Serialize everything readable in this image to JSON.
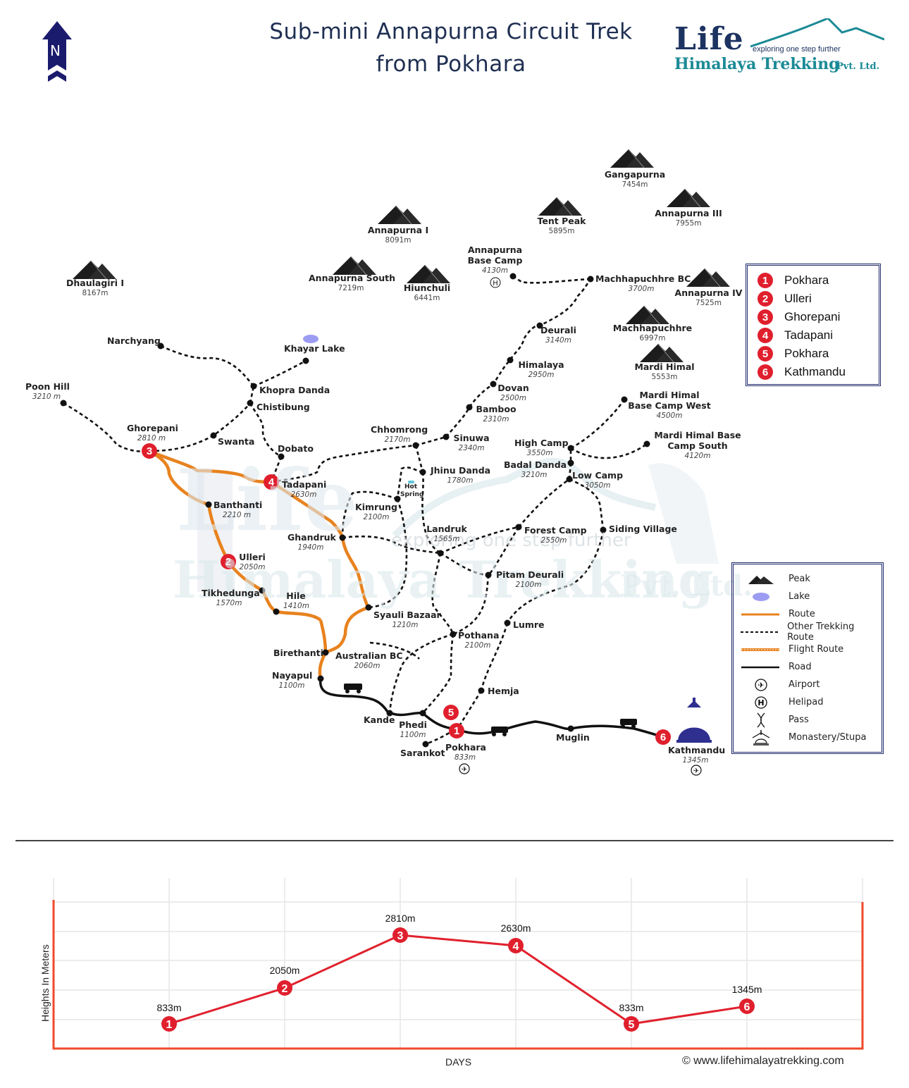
{
  "header": {
    "title_line1": "Sub-mini Annapurna Circuit Trek",
    "title_line2": "from Pokhara",
    "north_label": "N",
    "brand": {
      "word": "Life",
      "tagline": "exploring one step further",
      "company": "Himalaya Trekking",
      "suffix": "Pvt. Ltd."
    }
  },
  "colors": {
    "route": "#e8821e",
    "marker": "#e01f2d",
    "navy": "#1f2a6b",
    "lake": "#9b9cf2",
    "road": "#111111",
    "profile_line": "#e0212d",
    "profile_axis": "#f04a2a"
  },
  "peaks": [
    {
      "name": "Gangapurna",
      "alt": "7454m"
    },
    {
      "name": "Annapurna III",
      "alt": "7955m"
    },
    {
      "name": "Tent Peak",
      "alt": "5895m"
    },
    {
      "name": "Annapurna I",
      "alt": "8091m"
    },
    {
      "name": "Annapurna South",
      "alt": "7219m"
    },
    {
      "name": "Hiunchuli",
      "alt": "6441m"
    },
    {
      "name": "Dhaulagiri I",
      "alt": "8167m"
    },
    {
      "name": "Annapurna IV",
      "alt": "7525m"
    },
    {
      "name": "Machhapuchhre",
      "alt": "6997m"
    },
    {
      "name": "Mardi Himal",
      "alt": "5553m"
    }
  ],
  "places": [
    {
      "name": "Annapurna Base Camp",
      "alt": "4130m"
    },
    {
      "name": "Machhapuchhre BC",
      "alt": "3700m"
    },
    {
      "name": "Deurali",
      "alt": "3140m"
    },
    {
      "name": "Himalaya",
      "alt": "2950m"
    },
    {
      "name": "Dovan",
      "alt": "2500m"
    },
    {
      "name": "Bamboo",
      "alt": "2310m"
    },
    {
      "name": "Sinuwa",
      "alt": "2340m"
    },
    {
      "name": "Chhomrong",
      "alt": "2170m"
    },
    {
      "name": "Jhinu Danda",
      "alt": "1780m"
    },
    {
      "name": "Hot Spring",
      "alt": ""
    },
    {
      "name": "Kimrung",
      "alt": "2100m"
    },
    {
      "name": "Landruk",
      "alt": "1565m"
    },
    {
      "name": "Forest Camp",
      "alt": "2550m"
    },
    {
      "name": "Siding Village",
      "alt": ""
    },
    {
      "name": "Pitam Deurali",
      "alt": "2100m"
    },
    {
      "name": "High Camp",
      "alt": "3550m"
    },
    {
      "name": "Badal Danda",
      "alt": "3210m"
    },
    {
      "name": "Low Camp",
      "alt": "3050m"
    },
    {
      "name": "Mardi Himal Base Camp West",
      "alt": "4500m"
    },
    {
      "name": "Mardi Himal Base Camp South",
      "alt": "4120m"
    },
    {
      "name": "Narchyang",
      "alt": ""
    },
    {
      "name": "Khayar Lake",
      "alt": ""
    },
    {
      "name": "Khopra Danda",
      "alt": ""
    },
    {
      "name": "Chistibung",
      "alt": ""
    },
    {
      "name": "Poon Hill",
      "alt": "3210 m"
    },
    {
      "name": "Ghorepani",
      "alt": "2810 m"
    },
    {
      "name": "Swanta",
      "alt": ""
    },
    {
      "name": "Dobato",
      "alt": ""
    },
    {
      "name": "Tadapani",
      "alt": "2630m"
    },
    {
      "name": "Banthanti",
      "alt": "2210 m"
    },
    {
      "name": "Ghandruk",
      "alt": "1940m"
    },
    {
      "name": "Ulleri",
      "alt": "2050m"
    },
    {
      "name": "Tikhedunga",
      "alt": "1570m"
    },
    {
      "name": "Hile",
      "alt": "1410m"
    },
    {
      "name": "Syauli Bazaar",
      "alt": "1210m"
    },
    {
      "name": "Birethanti",
      "alt": ""
    },
    {
      "name": "Australian BC",
      "alt": "2060m"
    },
    {
      "name": "Nayapul",
      "alt": "1100m"
    },
    {
      "name": "Pothana",
      "alt": "2100m"
    },
    {
      "name": "Lumre",
      "alt": ""
    },
    {
      "name": "Hemja",
      "alt": ""
    },
    {
      "name": "Kande",
      "alt": ""
    },
    {
      "name": "Phedi",
      "alt": "1100m"
    },
    {
      "name": "Sarankot",
      "alt": ""
    },
    {
      "name": "Pokhara",
      "alt": "833m"
    },
    {
      "name": "Muglin",
      "alt": ""
    },
    {
      "name": "Kathmandu",
      "alt": "1345m"
    }
  ],
  "itinerary_legend": [
    {
      "num": "1",
      "label": "Pokhara"
    },
    {
      "num": "2",
      "label": "Ulleri"
    },
    {
      "num": "3",
      "label": "Ghorepani"
    },
    {
      "num": "4",
      "label": "Tadapani"
    },
    {
      "num": "5",
      "label": "Pokhara"
    },
    {
      "num": "6",
      "label": "Kathmandu"
    }
  ],
  "symbol_legend": [
    {
      "icon": "peak-icon",
      "label": "Peak"
    },
    {
      "icon": "lake-icon",
      "label": "Lake"
    },
    {
      "icon": "route-line-icon",
      "label": "Route"
    },
    {
      "icon": "dashed-line-icon",
      "label": "Other Trekking Route"
    },
    {
      "icon": "flight-route-icon",
      "label": "Flight Route"
    },
    {
      "icon": "road-line-icon",
      "label": "Road"
    },
    {
      "icon": "airport-icon",
      "label": "Airport"
    },
    {
      "icon": "helipad-icon",
      "label": "Helipad"
    },
    {
      "icon": "pass-icon",
      "label": "Pass"
    },
    {
      "icon": "stupa-icon",
      "label": "Monastery/Stupa"
    }
  ],
  "watermark": {
    "line1": "Life",
    "tagline": "exploring one step further",
    "line2": "Himalaya Trekking",
    "suffix": "Pvt. Ltd."
  },
  "profile": {
    "ylabel": "Heights In Meters",
    "xlabel": "DAYS",
    "copyright": "© www.lifehimalayatrekking.com"
  },
  "chart_data": {
    "type": "line",
    "title": "Altitude profile",
    "xlabel": "DAYS",
    "ylabel": "Heights In Meters",
    "categories": [
      "1",
      "2",
      "3",
      "4",
      "5",
      "6"
    ],
    "point_labels": [
      "Pokhara",
      "Ulleri",
      "Ghorepani",
      "Tadapani",
      "Pokhara",
      "Kathmandu"
    ],
    "values": [
      833,
      2050,
      2810,
      2630,
      833,
      1345
    ],
    "value_labels": [
      "833m",
      "2050m",
      "2810m",
      "2630m",
      "833m",
      "1345m"
    ],
    "grid": true,
    "legend": "none"
  }
}
